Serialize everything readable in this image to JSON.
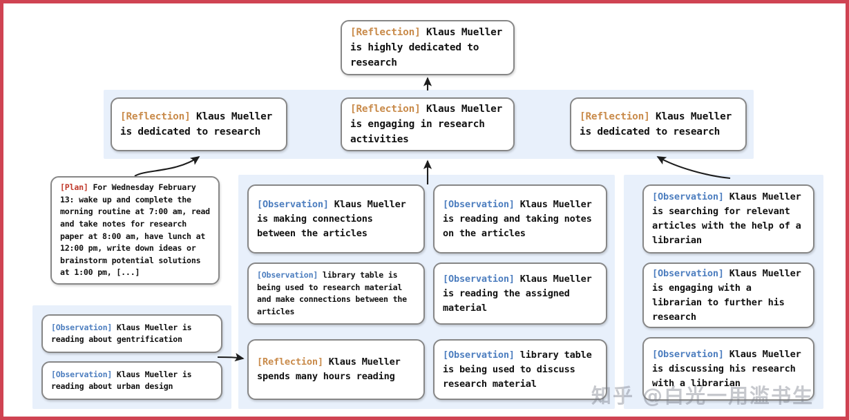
{
  "meta": {
    "border_color": "#cf4352",
    "panel_color": "#e8f0fb",
    "node_border_color": "#868686",
    "tag_colors": {
      "reflection": "#c98b4b",
      "observation": "#4d7ebf",
      "plan": "#c0392b"
    }
  },
  "top_reflection": {
    "tag": "[Reflection]",
    "text": " Klaus Mueller is highly dedicated to research"
  },
  "mid_reflections": [
    {
      "tag": "[Reflection]",
      "text": " Klaus Mueller is dedicated to research"
    },
    {
      "tag": "[Reflection]",
      "text": " Klaus Mueller is engaging in research activities"
    },
    {
      "tag": "[Reflection]",
      "text": " Klaus Mueller is dedicated to research"
    }
  ],
  "plan_node": {
    "tag": "[Plan]",
    "text": " For Wednesday February 13: wake up and complete the morning routine at 7:00 am, read and take notes for research paper at 8:00 am, have lunch at 12:00 pm, write down ideas or brainstorm potential solutions at 1:00 pm, [...]"
  },
  "left_observations": [
    {
      "tag": "[Observation]",
      "text": " Klaus Mueller is reading about gentrification"
    },
    {
      "tag": "[Observation]",
      "text": " Klaus Mueller is reading about urban design"
    }
  ],
  "column_center_left": [
    {
      "tag": "[Observation]",
      "text": " Klaus Mueller is making connections between the articles",
      "size": "big"
    },
    {
      "tag": "[Observation]",
      "text": " library table is being used to research material and make connections between the articles",
      "size": "small"
    },
    {
      "tag": "[Reflection]",
      "text": " Klaus Mueller spends many hours reading",
      "size": "big"
    }
  ],
  "column_center_right": [
    {
      "tag": "[Observation]",
      "text": " Klaus Mueller is reading and taking notes on the articles",
      "size": "big"
    },
    {
      "tag": "[Observation]",
      "text": " Klaus Mueller is reading the assigned material",
      "size": "big"
    },
    {
      "tag": "[Observation]",
      "text": " library table is being used to discuss research material",
      "size": "big"
    }
  ],
  "column_right": [
    {
      "tag": "[Observation]",
      "text": " Klaus Mueller is searching for relevant articles with the help of a librarian",
      "size": "mid"
    },
    {
      "tag": "[Observation]",
      "text": " Klaus Mueller is engaging with a librarian to further his research",
      "size": "mid"
    },
    {
      "tag": "[Observation]",
      "text": " Klaus Mueller is discussing his research with a librarian",
      "size": "mid"
    }
  ],
  "watermark": {
    "text": "知乎 @白光一用滥书生"
  }
}
